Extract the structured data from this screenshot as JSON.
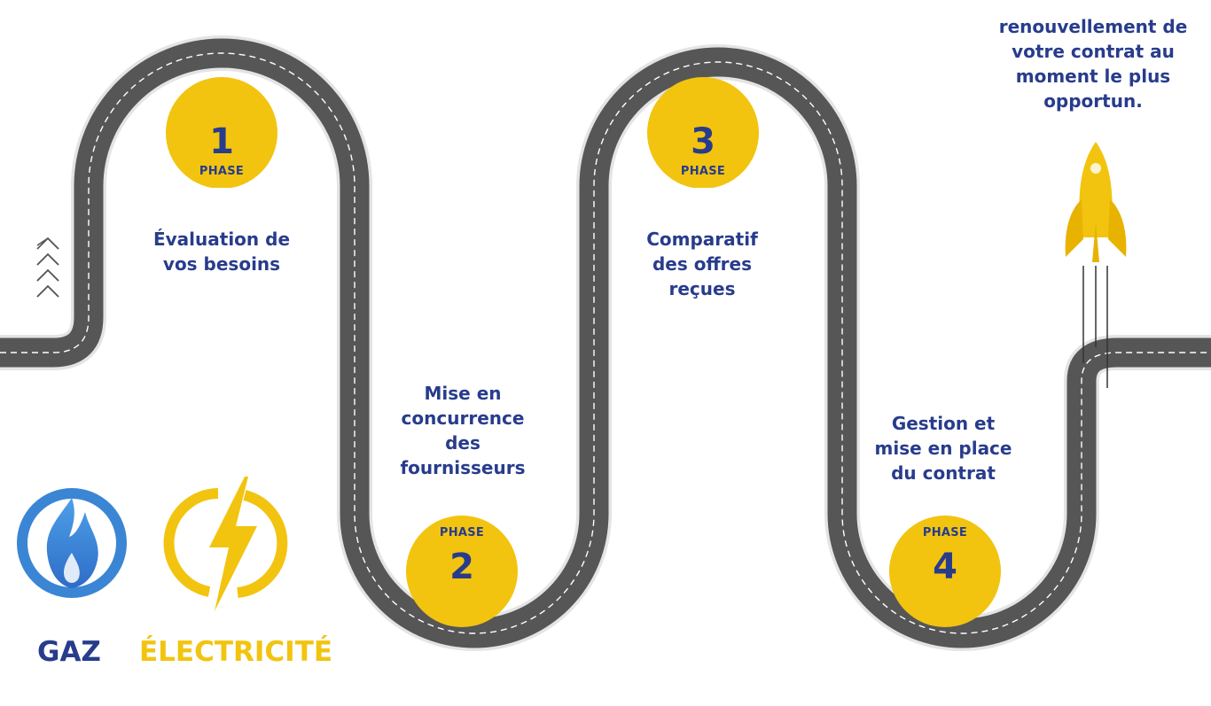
{
  "steps": [
    {
      "number": "1",
      "phase_word": "PHASE",
      "label_lines": [
        "Évaluation de",
        "vos besoins"
      ]
    },
    {
      "number": "2",
      "phase_word": "PHASE",
      "label_lines": [
        "Mise en",
        "concurrence",
        "des",
        "fournisseurs"
      ]
    },
    {
      "number": "3",
      "phase_word": "PHASE",
      "label_lines": [
        "Comparatif",
        "des offres",
        "reçues"
      ]
    },
    {
      "number": "4",
      "phase_word": "PHASE",
      "label_lines": [
        "Gestion et",
        "mise en place",
        "du contrat"
      ]
    }
  ],
  "final_text_lines": [
    "renouvellement de",
    "votre contrat au",
    "moment le plus",
    "opportun."
  ],
  "energies": {
    "gas_label": "GAZ",
    "electricity_label": "ÉLECTRICITÉ"
  },
  "icons": {
    "gas": "flame-icon",
    "electricity": "lightning-bolt-icon",
    "start": "chevrons-up-icon",
    "end": "rocket-icon"
  },
  "colors": {
    "navy": "#283c8c",
    "yellow": "#f2c40f",
    "road": "#555555",
    "blue": "#3a86d4"
  }
}
